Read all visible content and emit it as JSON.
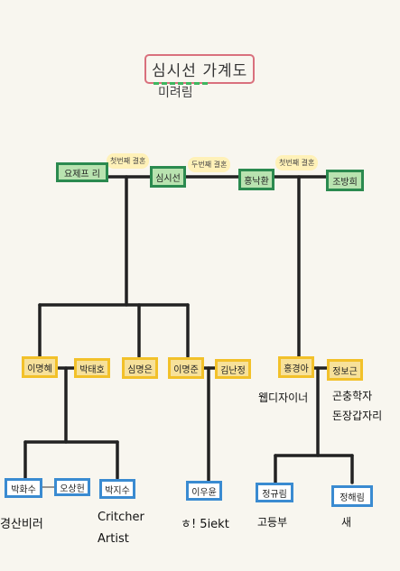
{
  "title": "심시선 가계도",
  "subtitle": "미려림",
  "labels": {
    "first_marriage": "첫번째 결혼",
    "second_marriage": "두번째 결혼"
  },
  "people": {
    "joseph": "요제프 리",
    "simsiseon": "심시선",
    "hong": "홍낙환",
    "jo": "조방희",
    "myunghye": "이명혜",
    "taeho": "박태호",
    "myungeun": "심명은",
    "myungjun": "이명준",
    "nanjung": "김난정",
    "kyunga": "홍경아",
    "bogeun": "정보근",
    "hwasu": "박화수",
    "sangheon": "오상헌",
    "jisu": "박지수",
    "wooyun": "이우윤",
    "gyurim": "정규림",
    "haerim": "정해림"
  },
  "notes": {
    "hwasu": "경산비러",
    "jisu_1": "Critcher",
    "jisu_2": "Artist",
    "wooyun": "ㅎ! 5iekt",
    "kyunga": "웹디자이너",
    "bogeun_1": "곤충학자",
    "bogeun_2": "돈장갑자리",
    "gyurim": "고등부",
    "haerim": "새"
  },
  "colors": {
    "generation1": "#2b8a4f",
    "generation2": "#f2c12a",
    "generation3": "#3a8bd1",
    "title_border": "#d9707d",
    "line": "#222222"
  }
}
